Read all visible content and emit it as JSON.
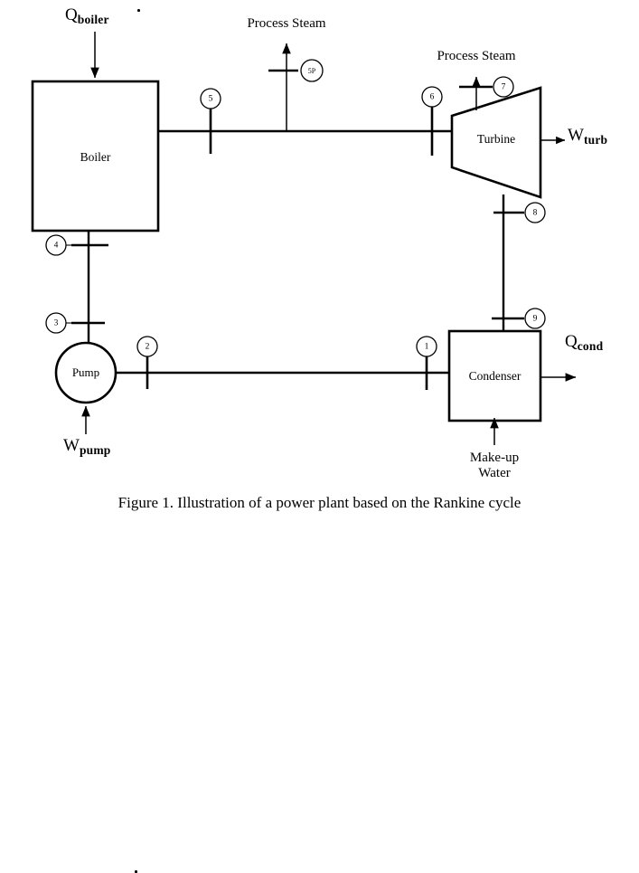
{
  "figure": {
    "caption": "Figure 1. Illustration of a power plant based on the Rankine cycle",
    "background_color": "#ffffff",
    "line_color": "#000000"
  },
  "equipment": [
    {
      "id": "boiler",
      "label": "Boiler",
      "shape": "rectangle"
    },
    {
      "id": "turbine",
      "label": "Turbine",
      "shape": "trapezoid"
    },
    {
      "id": "condenser",
      "label": "Condenser",
      "shape": "rectangle"
    },
    {
      "id": "pump",
      "label": "Pump",
      "shape": "circle"
    }
  ],
  "flows": {
    "q_boiler": {
      "symbol": "Q",
      "subscript": "boiler",
      "dot": true,
      "direction": "in"
    },
    "q_cond": {
      "symbol": "Q",
      "subscript": "cond",
      "dot": true,
      "direction": "out"
    },
    "w_turb": {
      "symbol": "W",
      "subscript": "turb",
      "dot": false,
      "direction": "out"
    },
    "w_pump": {
      "symbol": "W",
      "subscript": "pump",
      "dot": true,
      "direction": "in"
    },
    "process_steam_1": {
      "label": "Process Steam",
      "direction": "out"
    },
    "process_steam_2": {
      "label": "Process Steam",
      "direction": "out"
    },
    "makeup_water": {
      "label_line1": "Make-up",
      "label_line2": "Water",
      "direction": "in"
    }
  },
  "state_points": [
    {
      "id": "1",
      "label": "1"
    },
    {
      "id": "2",
      "label": "2"
    },
    {
      "id": "3",
      "label": "3"
    },
    {
      "id": "4",
      "label": "4"
    },
    {
      "id": "5",
      "label": "5"
    },
    {
      "id": "5P",
      "label": "5P"
    },
    {
      "id": "6",
      "label": "6"
    },
    {
      "id": "7",
      "label": "7"
    },
    {
      "id": "8",
      "label": "8"
    },
    {
      "id": "9",
      "label": "9"
    }
  ]
}
